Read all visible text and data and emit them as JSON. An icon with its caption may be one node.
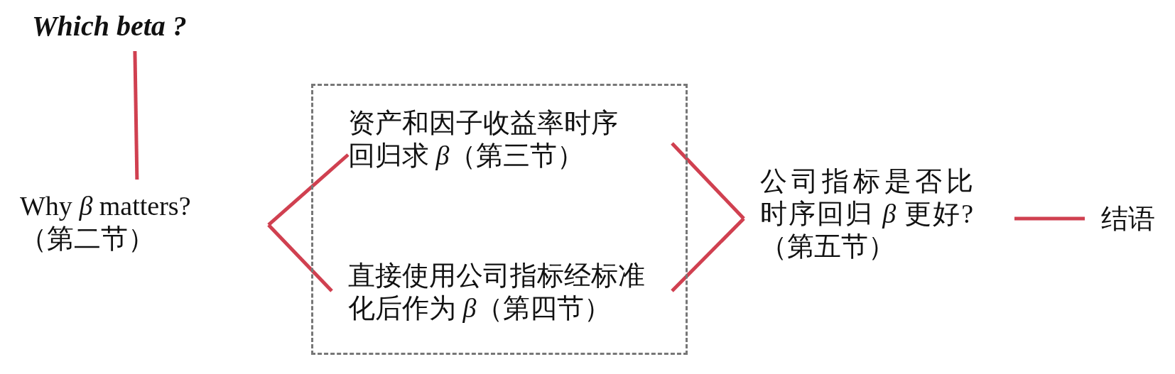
{
  "diagram": {
    "nodes": [
      {
        "text": [
          "Which beta ?"
        ]
      },
      {
        "text": [
          "Why *β* matters? （第二节）"
        ]
      },
      {
        "text": [],
        "shape": "box"
      },
      {
        "text": [
          "资产和因子收益率时序回归求 *β*（第三节）"
        ],
        "in": 2
      },
      {
        "text": [
          "直接使用公司指标经标准化后作为 *β*（第四节）"
        ],
        "in": 2
      },
      {
        "text": [
          "公司指标是否比时序回归 *β* 更好?（第五节）"
        ]
      },
      {
        "text": [
          "结语"
        ]
      }
    ],
    "edges": [
      {
        "from": 0,
        "to": 1,
        "arrow": "none"
      },
      {
        "from": 1,
        "to": 3,
        "arrow": "none"
      },
      {
        "from": 1,
        "to": 4,
        "arrow": "none"
      },
      {
        "from": 3,
        "to": 5,
        "arrow": "none"
      },
      {
        "from": 4,
        "to": 5,
        "arrow": "none"
      },
      {
        "from": 5,
        "to": 6,
        "arrow": "none"
      }
    ]
  }
}
